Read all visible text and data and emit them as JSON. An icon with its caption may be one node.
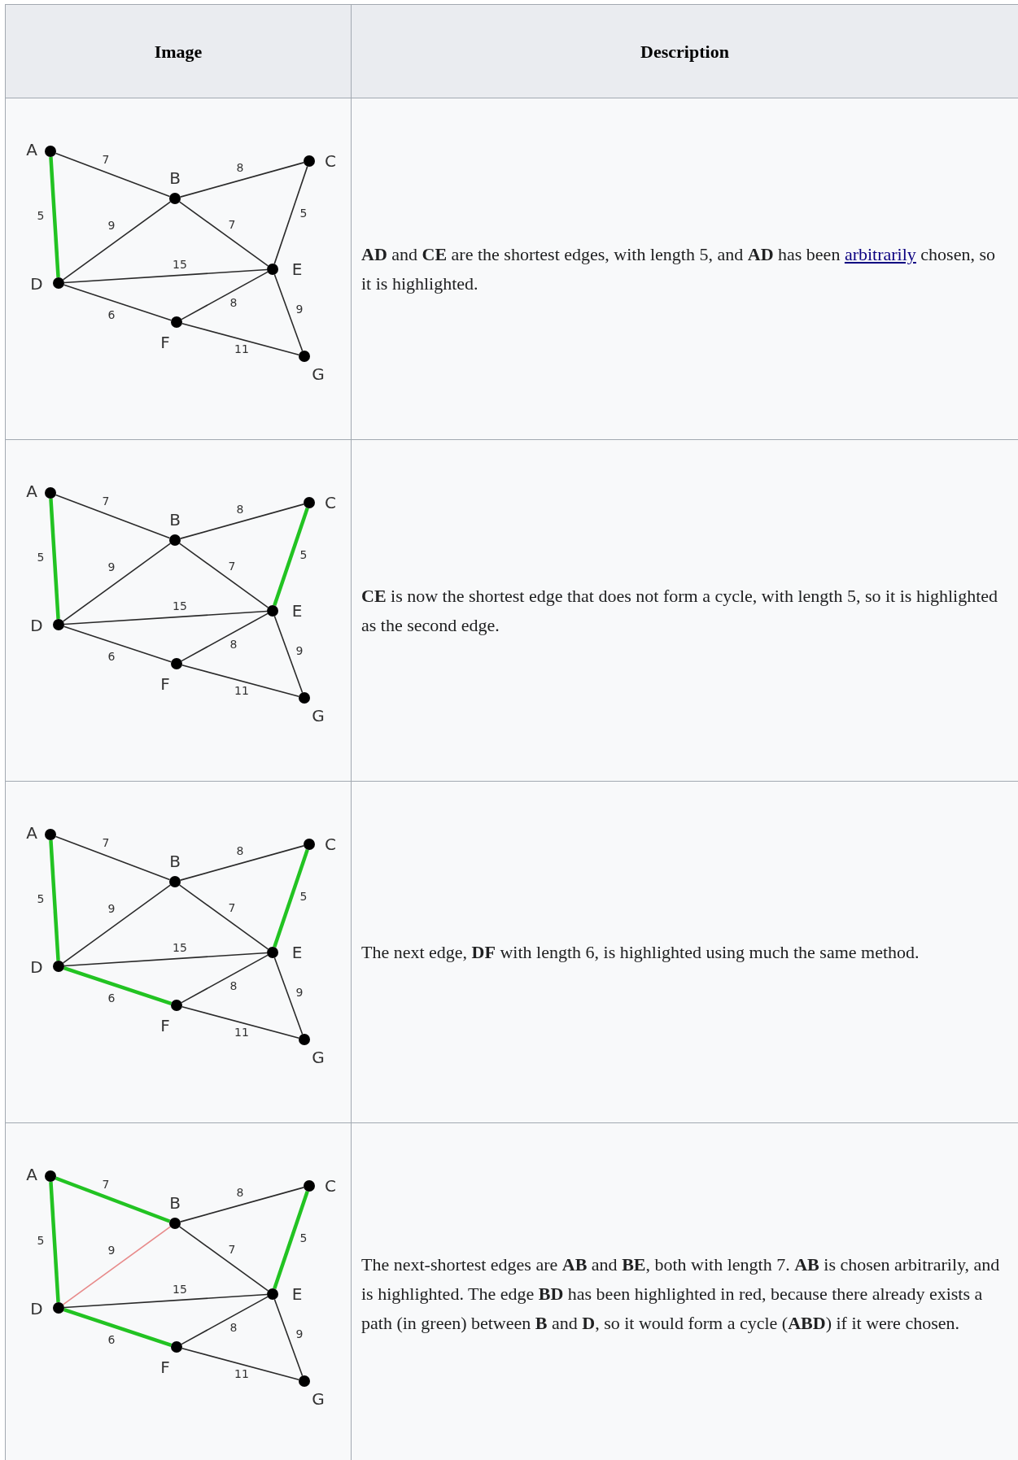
{
  "diagram": {
    "nodes": [
      {
        "text": [
          "A"
        ]
      },
      {
        "text": [
          "B"
        ]
      },
      {
        "text": [
          "C"
        ]
      },
      {
        "text": [
          "D"
        ]
      },
      {
        "text": [
          "E"
        ]
      },
      {
        "text": [
          "F"
        ]
      },
      {
        "text": [
          "G"
        ]
      },
      {
        "text": [
          "A"
        ]
      },
      {
        "text": [
          "B"
        ]
      },
      {
        "text": [
          "C"
        ]
      },
      {
        "text": [
          "D"
        ]
      },
      {
        "text": [
          "E"
        ]
      },
      {
        "text": [
          "F"
        ]
      },
      {
        "text": [
          "G"
        ]
      },
      {
        "text": [
          "A"
        ]
      },
      {
        "text": [
          "B"
        ]
      },
      {
        "text": [
          "C"
        ]
      },
      {
        "text": [
          "D"
        ]
      },
      {
        "text": [
          "E"
        ]
      },
      {
        "text": [
          "F"
        ]
      },
      {
        "text": [
          "G"
        ]
      },
      {
        "text": [
          "A"
        ]
      },
      {
        "text": [
          "B"
        ]
      },
      {
        "text": [
          "C"
        ]
      },
      {
        "text": [
          "D"
        ]
      },
      {
        "text": [
          "E"
        ]
      },
      {
        "text": [
          "F"
        ]
      },
      {
        "text": [
          "G"
        ]
      }
    ],
    "edges": [
      {
        "from": 0,
        "to": 1,
        "arrow": "none",
        "label": "7"
      },
      {
        "from": 1,
        "to": 2,
        "arrow": "none",
        "label": "8"
      },
      {
        "from": 0,
        "to": 3,
        "arrow": "none",
        "label": "5",
        "style": "thick",
        "color": "#22c322"
      },
      {
        "from": 1,
        "to": 3,
        "arrow": "none",
        "label": "9"
      },
      {
        "from": 1,
        "to": 4,
        "arrow": "none",
        "label": "7"
      },
      {
        "from": 2,
        "to": 4,
        "arrow": "none",
        "label": "5"
      },
      {
        "from": 3,
        "to": 4,
        "arrow": "none",
        "label": "15"
      },
      {
        "from": 3,
        "to": 5,
        "arrow": "none",
        "label": "6"
      },
      {
        "from": 4,
        "to": 5,
        "arrow": "none",
        "label": "8"
      },
      {
        "from": 4,
        "to": 6,
        "arrow": "none",
        "label": "9"
      },
      {
        "from": 5,
        "to": 6,
        "arrow": "none",
        "label": "11"
      },
      {
        "from": 7,
        "to": 8,
        "arrow": "none",
        "label": "7"
      },
      {
        "from": 8,
        "to": 9,
        "arrow": "none",
        "label": "8"
      },
      {
        "from": 7,
        "to": 10,
        "arrow": "none",
        "label": "5",
        "style": "thick",
        "color": "#22c322"
      },
      {
        "from": 8,
        "to": 10,
        "arrow": "none",
        "label": "9"
      },
      {
        "from": 8,
        "to": 11,
        "arrow": "none",
        "label": "7"
      },
      {
        "from": 9,
        "to": 11,
        "arrow": "none",
        "label": "5",
        "style": "thick",
        "color": "#22c322"
      },
      {
        "from": 10,
        "to": 11,
        "arrow": "none",
        "label": "15"
      },
      {
        "from": 10,
        "to": 12,
        "arrow": "none",
        "label": "6"
      },
      {
        "from": 11,
        "to": 12,
        "arrow": "none",
        "label": "8"
      },
      {
        "from": 11,
        "to": 13,
        "arrow": "none",
        "label": "9"
      },
      {
        "from": 12,
        "to": 13,
        "arrow": "none",
        "label": "11"
      },
      {
        "from": 14,
        "to": 15,
        "arrow": "none",
        "label": "7"
      },
      {
        "from": 15,
        "to": 16,
        "arrow": "none",
        "label": "8"
      },
      {
        "from": 14,
        "to": 17,
        "arrow": "none",
        "label": "5",
        "style": "thick",
        "color": "#22c322"
      },
      {
        "from": 15,
        "to": 17,
        "arrow": "none",
        "label": "9"
      },
      {
        "from": 15,
        "to": 18,
        "arrow": "none",
        "label": "7"
      },
      {
        "from": 16,
        "to": 18,
        "arrow": "none",
        "label": "5",
        "style": "thick",
        "color": "#22c322"
      },
      {
        "from": 17,
        "to": 18,
        "arrow": "none",
        "label": "15"
      },
      {
        "from": 17,
        "to": 19,
        "arrow": "none",
        "label": "6",
        "style": "thick",
        "color": "#22c322"
      },
      {
        "from": 18,
        "to": 19,
        "arrow": "none",
        "label": "8"
      },
      {
        "from": 18,
        "to": 20,
        "arrow": "none",
        "label": "9"
      },
      {
        "from": 19,
        "to": 20,
        "arrow": "none",
        "label": "11"
      },
      {
        "from": 21,
        "to": 22,
        "arrow": "none",
        "label": "7",
        "style": "thick",
        "color": "#22c322"
      },
      {
        "from": 22,
        "to": 23,
        "arrow": "none",
        "label": "8"
      },
      {
        "from": 21,
        "to": 24,
        "arrow": "none",
        "label": "5",
        "style": "thick",
        "color": "#22c322"
      },
      {
        "from": 22,
        "to": 24,
        "arrow": "none",
        "label": "9",
        "color": "#e88a8a"
      },
      {
        "from": 22,
        "to": 25,
        "arrow": "none",
        "label": "7"
      },
      {
        "from": 23,
        "to": 25,
        "arrow": "none",
        "label": "5",
        "style": "thick",
        "color": "#22c322"
      },
      {
        "from": 24,
        "to": 25,
        "arrow": "none",
        "label": "15"
      },
      {
        "from": 24,
        "to": 26,
        "arrow": "none",
        "label": "6",
        "style": "thick",
        "color": "#22c322"
      },
      {
        "from": 25,
        "to": 26,
        "arrow": "none",
        "label": "8"
      },
      {
        "from": 25,
        "to": 27,
        "arrow": "none",
        "label": "9"
      },
      {
        "from": 26,
        "to": 27,
        "arrow": "none",
        "label": "11"
      }
    ],
    "labels": [
      "Image",
      "Description",
      "**AD** and **CE** are the shortest edges, with length 5, and **AD** has been",
      "arbitrarily",
      "chosen, so it is highlighted.",
      "**CE** is now the shortest edge that does not form a cycle, with length 5, so it is highlighted as the second edge.",
      "The next edge, **DF** with length 6, is highlighted using much the same method.",
      "The next-shortest edges are **AB** and **BE**, both with length 7. **AB** is chosen arbitrarily, and is highlighted. The edge **BD** has been highlighted in red, because there already exists a path (in green) between **B** and **D**, so it would form a cycle (**ABD**) if it were chosen."
    ]
  }
}
